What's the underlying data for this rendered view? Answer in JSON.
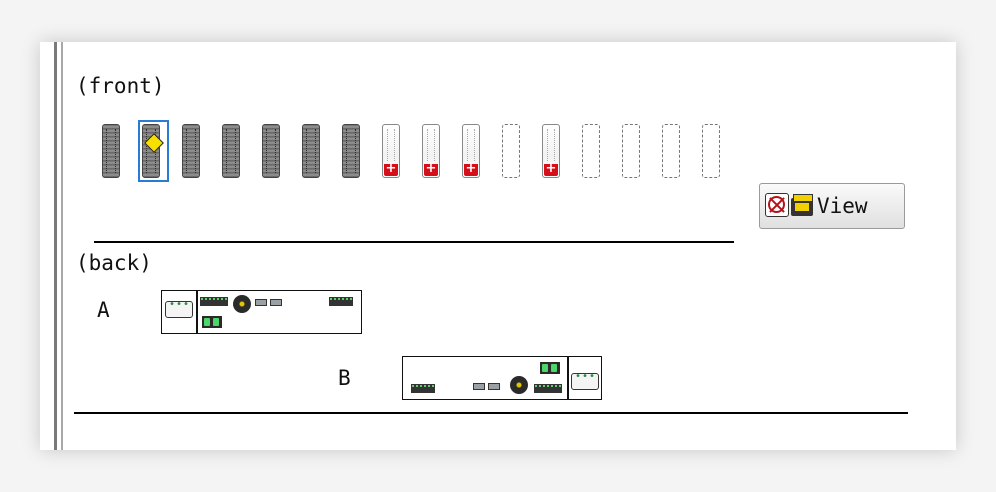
{
  "front": {
    "label": "(front)",
    "slots": [
      {
        "state": "hdd"
      },
      {
        "state": "hdd",
        "selected": true
      },
      {
        "state": "hdd"
      },
      {
        "state": "hdd"
      },
      {
        "state": "hdd"
      },
      {
        "state": "hdd"
      },
      {
        "state": "hdd"
      },
      {
        "state": "failed"
      },
      {
        "state": "failed"
      },
      {
        "state": "failed"
      },
      {
        "state": "empty"
      },
      {
        "state": "failed"
      },
      {
        "state": "empty"
      },
      {
        "state": "empty"
      },
      {
        "state": "empty"
      },
      {
        "state": "empty"
      }
    ]
  },
  "view_button": {
    "label": "View",
    "icons": [
      "fan-grid-icon",
      "cassette-icon"
    ]
  },
  "back": {
    "label": "(back)",
    "unit_a_label": "A",
    "unit_b_label": "B"
  },
  "colors": {
    "selection": "#2a7bd4",
    "fault": "#d40f1a",
    "led": "#4fd66a",
    "status": "#f7e000"
  }
}
